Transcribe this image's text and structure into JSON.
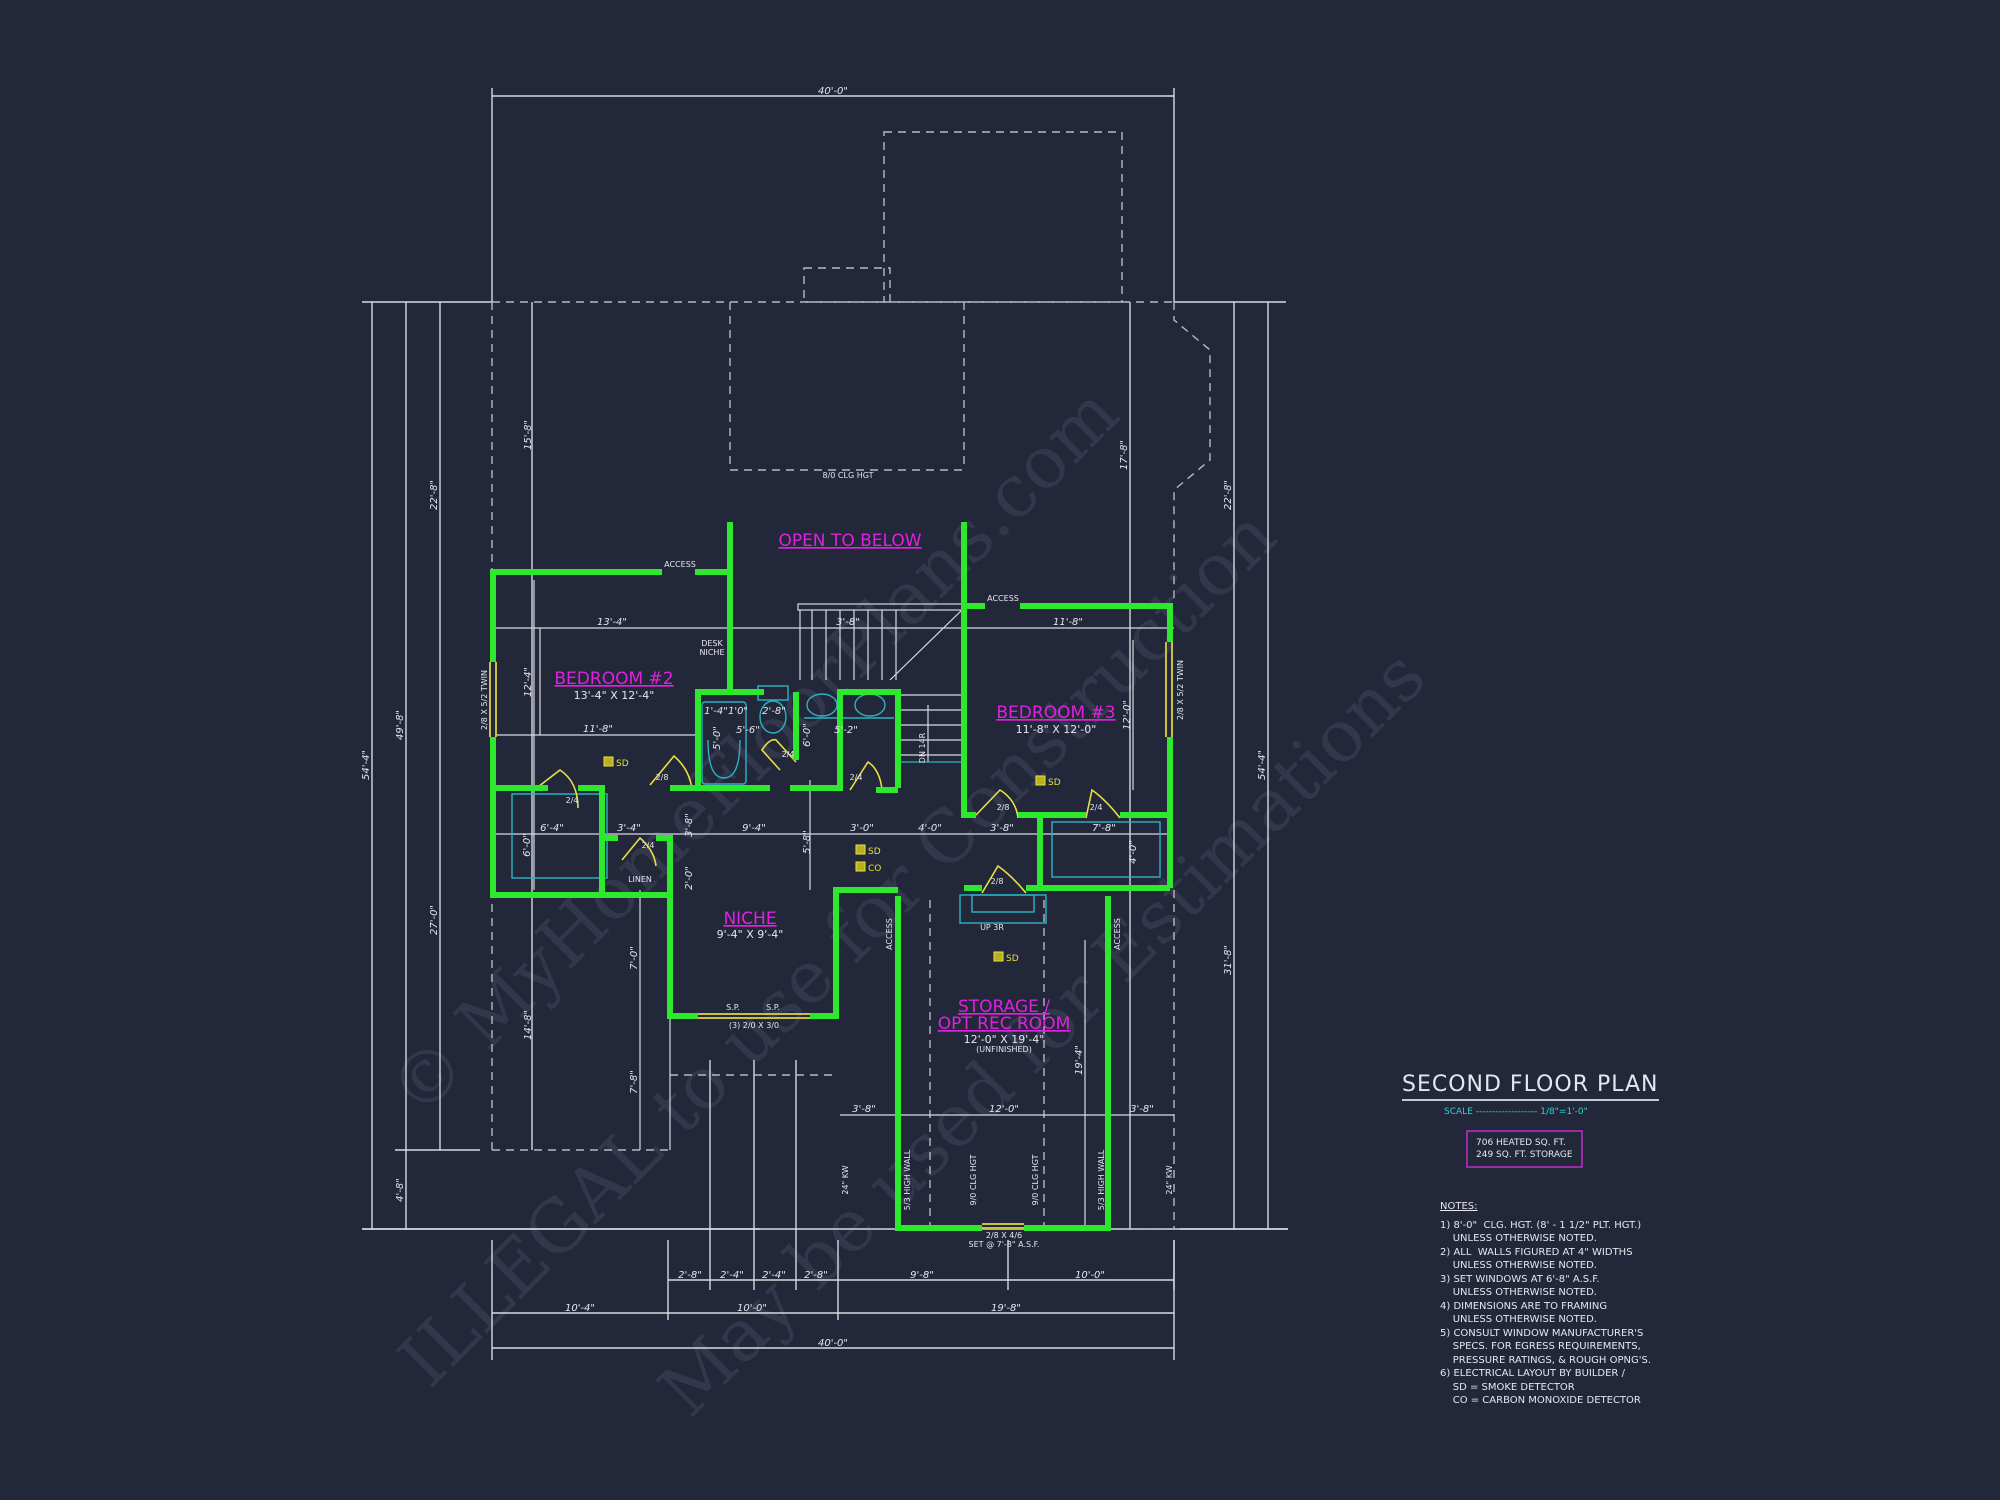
{
  "title_block": {
    "title": "SECOND FLOOR PLAN",
    "scale": "SCALE ------------------- 1/8\"=1'-0\"",
    "area_line1": "706 HEATED SQ. FT.",
    "area_line2": "249 SQ. FT. STORAGE"
  },
  "notes": {
    "heading": "NOTES:",
    "lines": [
      "1) 8'-0\"  CLG. HGT. (8' - 1 1/2\" PLT. HGT.)",
      "    UNLESS OTHERWISE NOTED.",
      "2) ALL  WALLS FIGURED AT 4\" WIDTHS",
      "    UNLESS OTHERWISE NOTED.",
      "3) SET WINDOWS AT 6'-8\" A.S.F.",
      "    UNLESS OTHERWISE NOTED.",
      "4) DIMENSIONS ARE TO FRAMING",
      "    UNLESS OTHERWISE NOTED.",
      "5) CONSULT WINDOW MANUFACTURER'S",
      "    SPECS. FOR EGRESS REQUIREMENTS,",
      "    PRESSURE RATINGS, & ROUGH OPNG'S.",
      "6) ELECTRICAL LAYOUT BY BUILDER /",
      "    SD = SMOKE DETECTOR",
      "    CO = CARBON MONOXIDE DETECTOR"
    ]
  },
  "rooms": {
    "open": {
      "name": "OPEN TO BELOW",
      "note": "8/0 CLG HGT"
    },
    "bed2": {
      "name": "BEDROOM #2",
      "size": "13'-4\" X 12'-4\""
    },
    "bed3": {
      "name": "BEDROOM #3",
      "size": "11'-8\" X 12'-0\""
    },
    "niche": {
      "name": "NICHE",
      "size": "9'-4\" X 9'-4\""
    },
    "storage": {
      "name1": "STORAGE /",
      "name2": "OPT REC ROOM",
      "size": "12'-0\" X 19'-4\"",
      "note": "(UNFINISHED)"
    }
  },
  "labels": {
    "access": "ACCESS",
    "desk1": "DESK",
    "desk2": "NICHE",
    "linen": "LINEN",
    "dn": "DN 14R",
    "up": "UP 3R",
    "win_twin": "2/8 X 5/2 TWIN",
    "sp": "S.P.",
    "niche_window": "(3) 2/0 X 3/0",
    "storage_window1": "2/8 X 4/6",
    "storage_window2": "SET @ 7'-8\" A.S.F.",
    "high_wall": "5/3 HIGH WALL",
    "clg": "9/0 CLG HGT",
    "kw": "24\" KW",
    "sd": "SD",
    "co": "CO",
    "door_24": "2/4",
    "door_28": "2/8"
  },
  "dims": {
    "top_overall": "40'-0\"",
    "bottom_overall": "40'-0\"",
    "bottom_row1": [
      "2'-8\"",
      "2'-4\"",
      "2'-4\"",
      "2'-8\"",
      "9'-8\"",
      "10'-0\""
    ],
    "bottom_row2": [
      "10'-4\"",
      "10'-0\"",
      "19'-8\""
    ],
    "left": [
      "54'-4\"",
      "49'-8\"",
      "22'-8\"",
      "27'-0\"",
      "4'-8\"",
      "15'-8\"",
      "14'-8\""
    ],
    "right": [
      "54'-4\"",
      "22'-8\"",
      "31'-8\"",
      "17'-8\""
    ],
    "interior": {
      "bed2_w": "13'-4\"",
      "bed2_h": "12'-4\"",
      "bed2_w2": "11'-8\"",
      "stair_w": "3'-8\"",
      "bed3_w": "11'-8\"",
      "bed3_h": "12'-0\"",
      "bath_a": "1'-4\"",
      "bath_b": "1'0\"",
      "bath_c": "2'-8\"",
      "bath_d": "5'-6\"",
      "bath_e": "5'-0\"",
      "bath_f": "6'-0\"",
      "bath_g": "5'-2\"",
      "closet_a": "6'-4\"",
      "closet_b": "6'-0\"",
      "closet_c": "3'-4\"",
      "hall_a": "9'-4\"",
      "hall_b": "3'-8\"",
      "hall_c": "5'-8\"",
      "hall_d": "3'-0\"",
      "hall_e": "4'-0\"",
      "hall_f": "2'-0\"",
      "hall_g": "7'-0\"",
      "hall_h": "7'-8\"",
      "c3_a": "3'-8\"",
      "c3_b": "7'-8\"",
      "c3_c": "4'-0\"",
      "st_a": "3'-8\"",
      "st_b": "12'-0\"",
      "st_c": "3'-8\"",
      "st_d": "19'-4\""
    }
  },
  "watermark": {
    "line1": "© MyHomeFloorPlans.com",
    "line2": "ILLEGAL to use for Construction",
    "line3": "May be used for Estimations"
  },
  "colors": {
    "background": "#23273a",
    "wall": "#2ee82e",
    "room_label": "#e020e0",
    "fixture": "#2ab4c4",
    "door": "#e8e040",
    "dim_line": "#d8d8e0",
    "scale_text": "#2ad4d4",
    "area_box": "#9a2aa6"
  }
}
